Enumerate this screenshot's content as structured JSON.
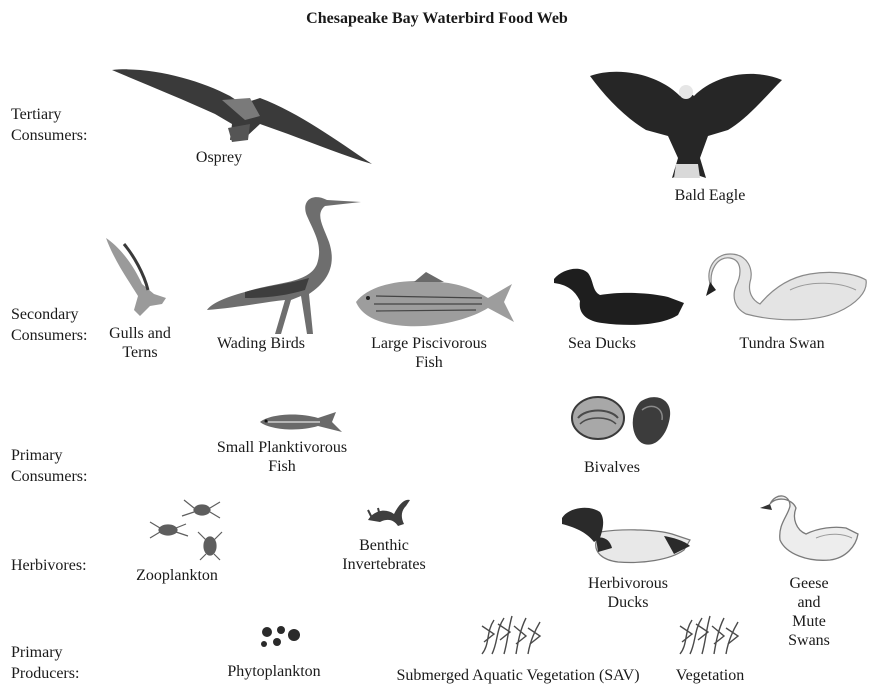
{
  "title": "Chesapeake Bay Waterbird Food Web",
  "levels": [
    "Tertiary\nConsumers:",
    "Secondary\nConsumers:",
    "Primary\nConsumers:",
    "Herbivores:",
    "Primary\nProducers:"
  ],
  "organisms": {
    "osprey": "Osprey",
    "bald_eagle": "Bald Eagle",
    "gulls_terns": "Gulls and\nTerns",
    "wading_birds": "Wading Birds",
    "piscivorous_fish": "Large Piscivorous\nFish",
    "sea_ducks": "Sea Ducks",
    "tundra_swan": "Tundra Swan",
    "planktivorous_fish": "Small Planktivorous\nFish",
    "bivalves": "Bivalves",
    "zooplankton": "Zooplankton",
    "benthic_invertebrates": "Benthic\nInvertebrates",
    "herbivorous_ducks": "Herbivorous\nDucks",
    "geese_swans": "Geese and\nMute Swans",
    "phytoplankton": "Phytoplankton",
    "sav": "Submerged Aquatic Vegetation (SAV)",
    "vegetation": "Vegetation"
  }
}
